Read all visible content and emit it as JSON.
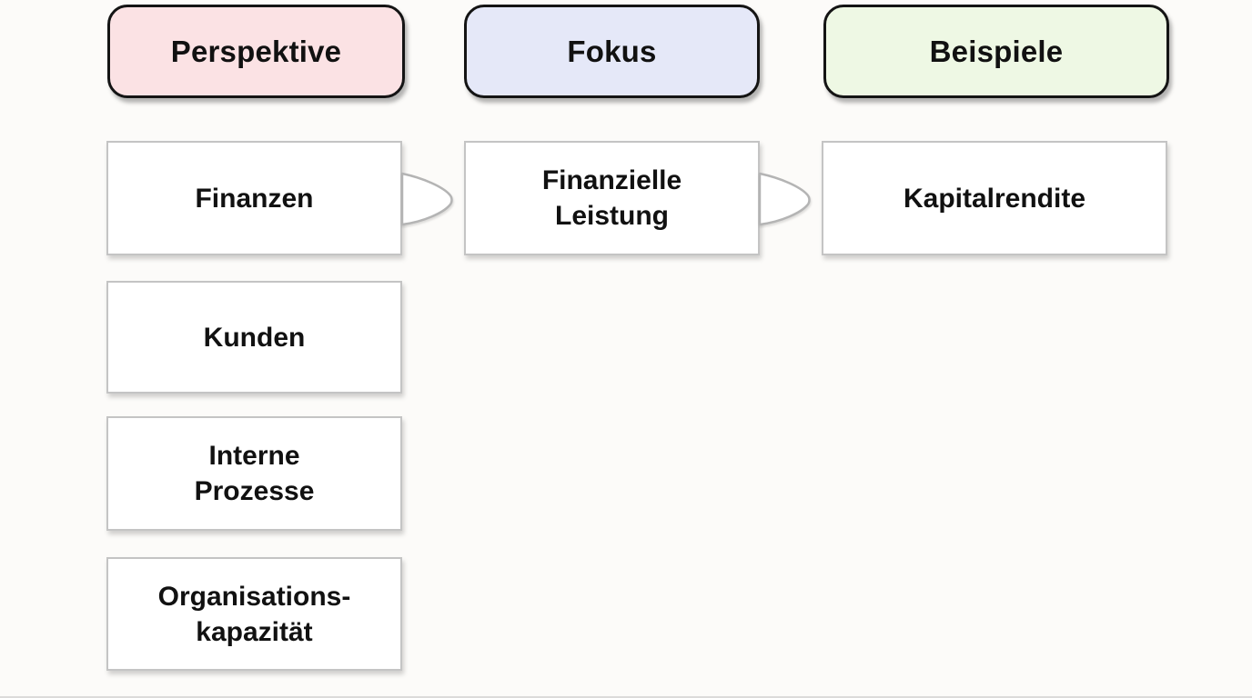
{
  "diagram": {
    "title_semantic": "Balanced-Scorecard-Übersicht",
    "headers": {
      "perspektive": {
        "label": "Perspektive"
      },
      "fokus": {
        "label": "Fokus"
      },
      "beispiele": {
        "label": "Beispiele"
      }
    },
    "boxes": {
      "finanzen": {
        "label": "Finanzen"
      },
      "kunden": {
        "label": "Kunden"
      },
      "interne_prozesse": {
        "lines": [
          "Interne",
          "Prozesse"
        ]
      },
      "organisationskapazitaet": {
        "lines": [
          "Organisations-",
          "kapazität"
        ]
      },
      "finanzielle_leistung": {
        "lines": [
          "Finanzielle",
          "Leistung"
        ]
      },
      "kapitalrendite": {
        "label": "Kapitalrendite"
      }
    },
    "connectors": [
      {
        "from": "Finanzen",
        "to": "Finanzielle Leistung",
        "direction": "right"
      },
      {
        "from": "Finanzielle Leistung",
        "to": "Kapitalrendite",
        "direction": "right"
      }
    ],
    "colors": {
      "page_bg": "#fcfbf9",
      "perspektive_bg": "#fbe2e4",
      "fokus_bg": "#e5e8f8",
      "beispiele_bg": "#eef8e4",
      "header_border": "#141414",
      "box_bg": "#ffffff",
      "box_border": "#c4c4c4",
      "connector_stroke": "#b4b4b4",
      "text": "#111111"
    }
  }
}
